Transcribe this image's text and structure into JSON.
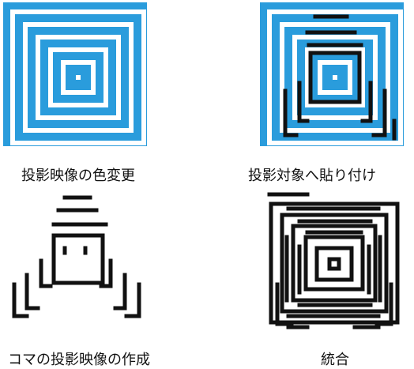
{
  "panels": [
    {
      "caption": "投影映像の色変更"
    },
    {
      "caption": "投影対象へ貼り付け"
    },
    {
      "caption": "コマの投影映像の作成"
    },
    {
      "caption": "統合"
    }
  ],
  "colors": {
    "blue": "#2a9cdc",
    "black": "#111111",
    "white": "#ffffff"
  }
}
